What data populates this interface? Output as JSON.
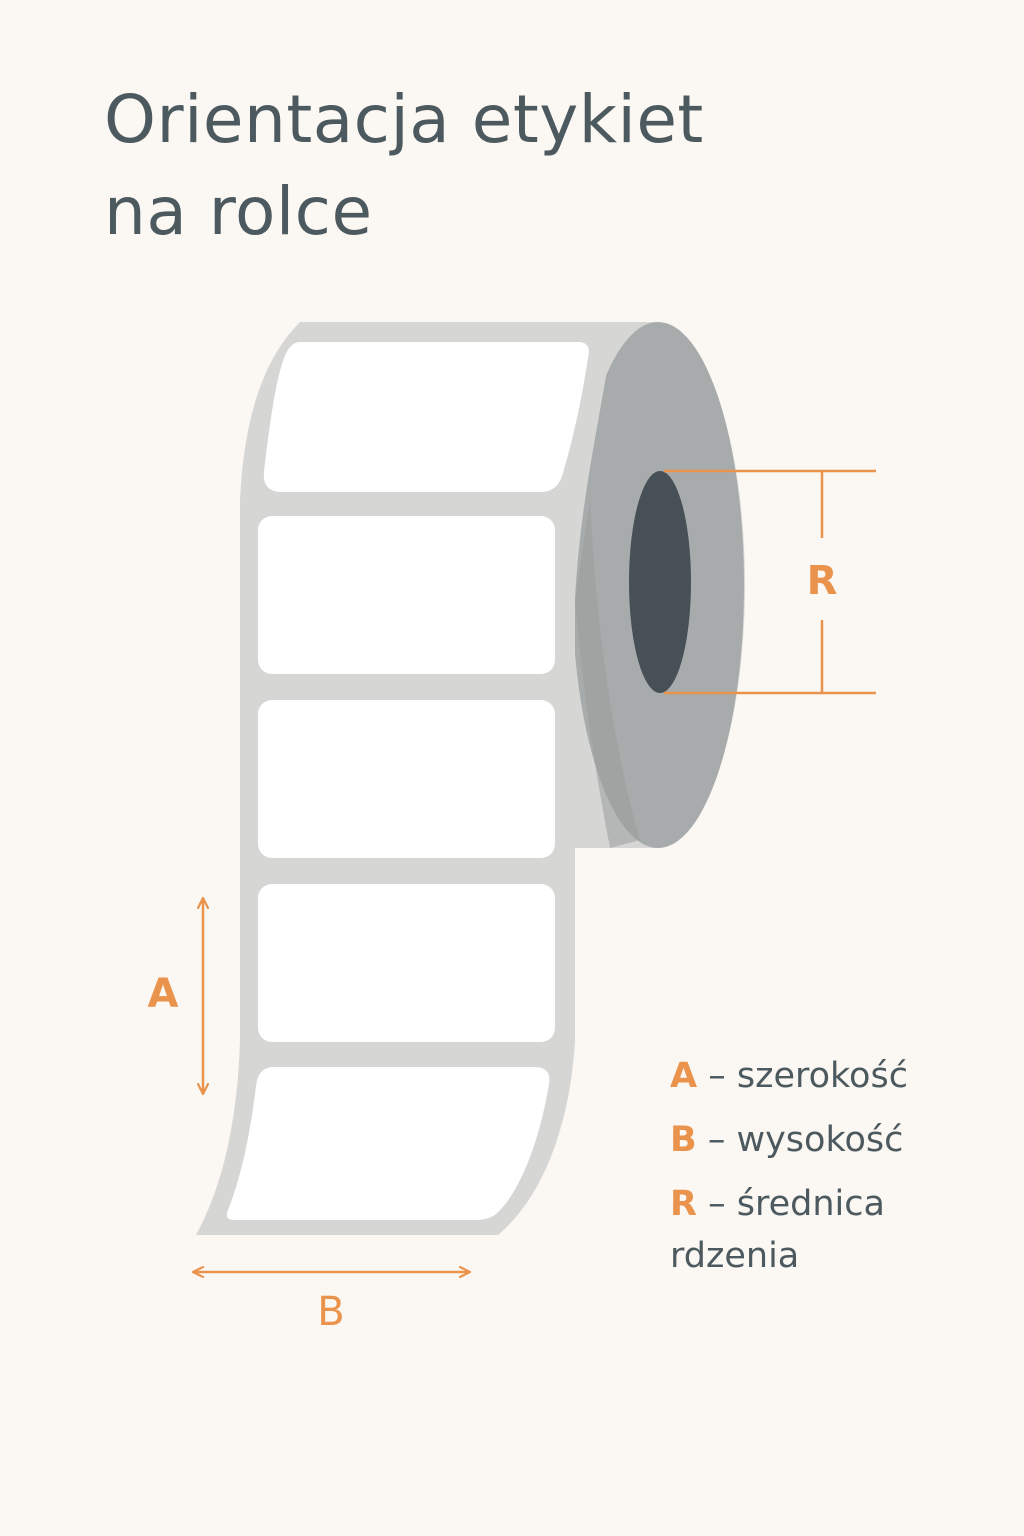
{
  "title": {
    "line1": "Orientacja etykiet",
    "line2": "na rolce"
  },
  "dimension_labels": {
    "a": "A",
    "b": "B",
    "r": "R"
  },
  "legend": {
    "items": [
      {
        "key": "A",
        "separator": " – ",
        "text": "szerokość"
      },
      {
        "key": "B",
        "separator": " – ",
        "text": "wysokość"
      },
      {
        "key": "R",
        "separator": " – ",
        "text": "średnica rdzenia"
      }
    ]
  },
  "colors": {
    "background": "#fbf7f2",
    "title": "#4c5a60",
    "accent": "#e9934c",
    "liner": "#d6d7d5",
    "label_face": "#ffffff",
    "roll_side": "#a8abab",
    "core": "#465056"
  }
}
